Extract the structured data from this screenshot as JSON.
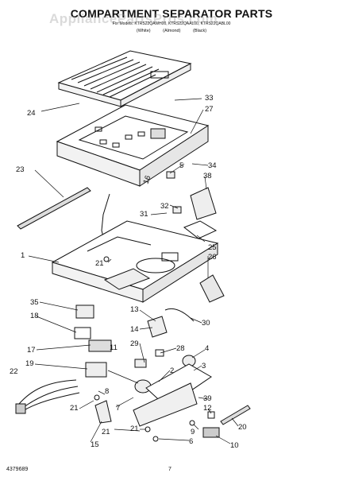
{
  "header": {
    "title": "COMPARTMENT SEPARATOR PARTS",
    "subtitle": "For Models: KTRS22QAWH00, KTRS22QAAL00, KTRS22QABL00",
    "colors": [
      "(White)",
      "(Almond)",
      "(Black)"
    ]
  },
  "watermark": "AppliancePartsPros.com",
  "callouts": {
    "c1": "1",
    "c2": "2",
    "c3": "3",
    "c4": "4",
    "c5": "5",
    "c6": "6",
    "c7": "7",
    "c8": "8",
    "c9": "9",
    "c10": "10",
    "c11": "11",
    "c12": "12",
    "c13": "13",
    "c14": "14",
    "c15": "15",
    "c16": "16",
    "c17": "17",
    "c18": "18",
    "c19": "19",
    "c20": "20",
    "c21a": "21",
    "c21b": "21",
    "c21c": "21",
    "c21d": "21",
    "c22": "22",
    "c23": "23",
    "c24": "24",
    "c25": "25",
    "c26": "26",
    "c27": "27",
    "c28": "28",
    "c29": "29",
    "c30": "30",
    "c31": "31",
    "c32": "32",
    "c33": "33",
    "c34": "34",
    "c35": "35",
    "c38": "38",
    "c39": "39"
  },
  "footer": {
    "doc_number": "4379689",
    "page_number": "7"
  }
}
